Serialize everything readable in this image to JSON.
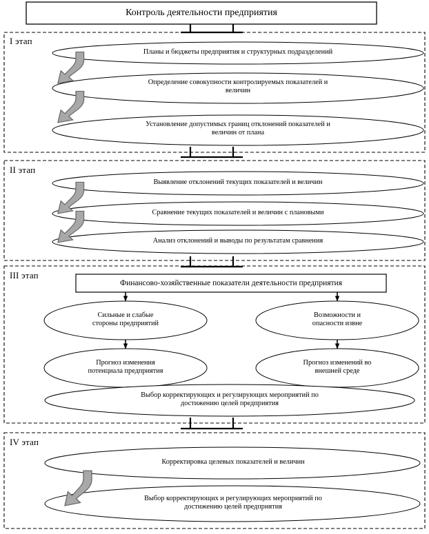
{
  "diagram": {
    "title": "Контроль деятельности предприятия",
    "colors": {
      "stroke": "#000000",
      "arrow_gray": "#a8a8a8",
      "arrow_gray_edge": "#6b6b6b",
      "background": "#ffffff"
    },
    "stages": [
      {
        "label": "I этап",
        "items": [
          "Планы и бюджеты предприятия и структурных подразделений",
          "Определение совокупности контролируемых показателей и\nвеличин",
          "Установление допустимых границ отклонений показателей и\nвеличин от плана"
        ],
        "connectors": [
          "curved-gray-arrow",
          "curved-gray-arrow"
        ]
      },
      {
        "label": "II этап",
        "items": [
          "Выявление отклонений текущих показателей и величин",
          "Сравнение текущих показателей и величин с плановыми",
          "Анализ отклонений и выводы по результатам сравнения"
        ],
        "connectors": [
          "curved-gray-arrow",
          "curved-gray-arrow"
        ]
      },
      {
        "label": "III этап",
        "header_box": "Финансово-хозяйственные показатели деятельности предприятия",
        "items": [
          "Сильные и слабые\nстороны предприятий",
          "Возможности и\nопасности извне",
          "Прогноз изменения\nпотенциала предприятия",
          "Прогноз изменений во\nвнешней среде",
          "Выбор корректирующих и регулирующих мероприятий по\nдостижению целей предприятия"
        ],
        "connectors": [
          "down-arrow",
          "down-arrow",
          "down-arrow",
          "down-arrow",
          "converging-arrows"
        ]
      },
      {
        "label": "IV этап",
        "items": [
          "Корректировка целевых показателей и величин",
          "Выбор корректирующих и регулирующих мероприятий по\nдостижению целей предприятия"
        ],
        "connectors": [
          "curved-gray-arrow"
        ]
      }
    ]
  }
}
